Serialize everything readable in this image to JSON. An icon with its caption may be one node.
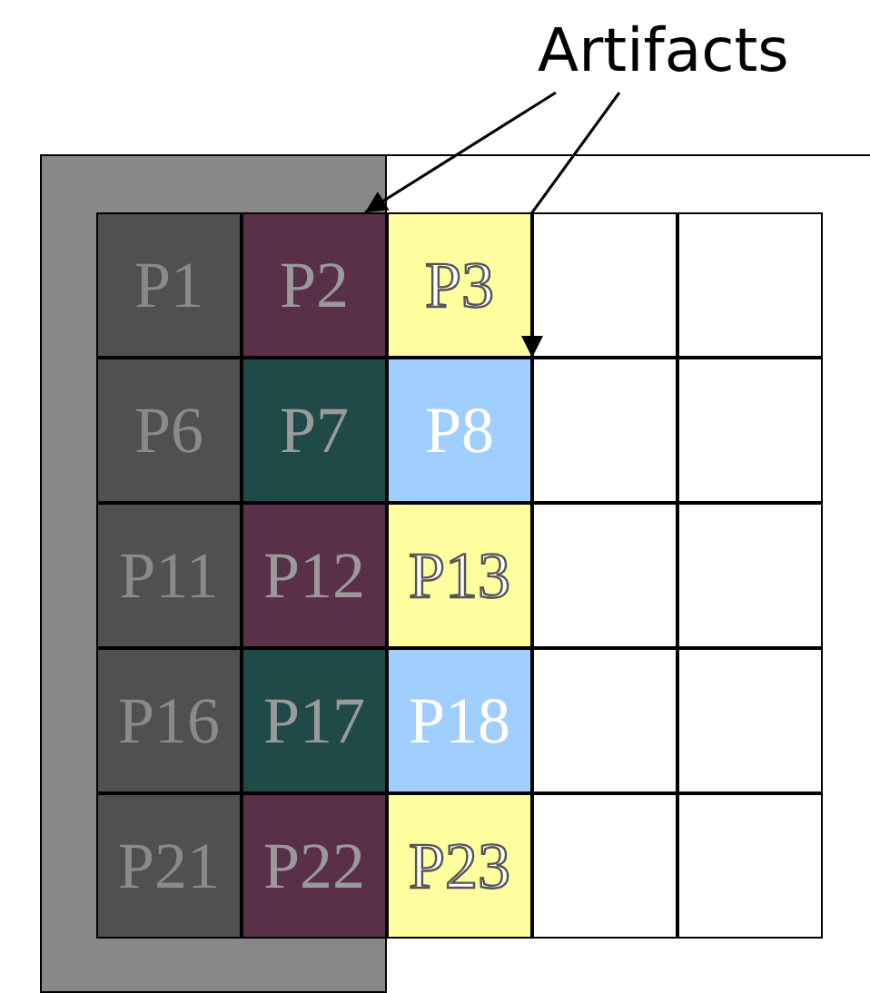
{
  "diagram": {
    "nodes": [
      {
        "text": [
          "Artifacts"
        ]
      },
      {
        "text": [
          "P1"
        ]
      },
      {
        "text": [
          "P2"
        ]
      },
      {
        "text": [
          "P3"
        ]
      },
      {
        "text": [],
        "shape": "box"
      },
      {
        "text": [],
        "shape": "box"
      },
      {
        "text": [
          "P6"
        ]
      },
      {
        "text": [
          "P7"
        ]
      },
      {
        "text": [
          "P8"
        ]
      },
      {
        "text": [],
        "shape": "box"
      },
      {
        "text": [],
        "shape": "box"
      },
      {
        "text": [
          "P11"
        ]
      },
      {
        "text": [
          "P12"
        ]
      },
      {
        "text": [
          "P13"
        ]
      },
      {
        "text": [],
        "shape": "box"
      },
      {
        "text": [],
        "shape": "box"
      },
      {
        "text": [
          "P16"
        ]
      },
      {
        "text": [
          "P17"
        ]
      },
      {
        "text": [
          "P18"
        ]
      },
      {
        "text": [],
        "shape": "box"
      },
      {
        "text": [],
        "shape": "box"
      },
      {
        "text": [
          "P21"
        ]
      },
      {
        "text": [
          "P22"
        ]
      },
      {
        "text": [
          "P23"
        ]
      },
      {
        "text": [],
        "shape": "box"
      },
      {
        "text": [],
        "shape": "box"
      }
    ],
    "edges": [
      {
        "from": 0,
        "to": 2,
        "arrow": "to"
      },
      {
        "from": 0,
        "to": 8,
        "arrow": "to"
      }
    ]
  }
}
